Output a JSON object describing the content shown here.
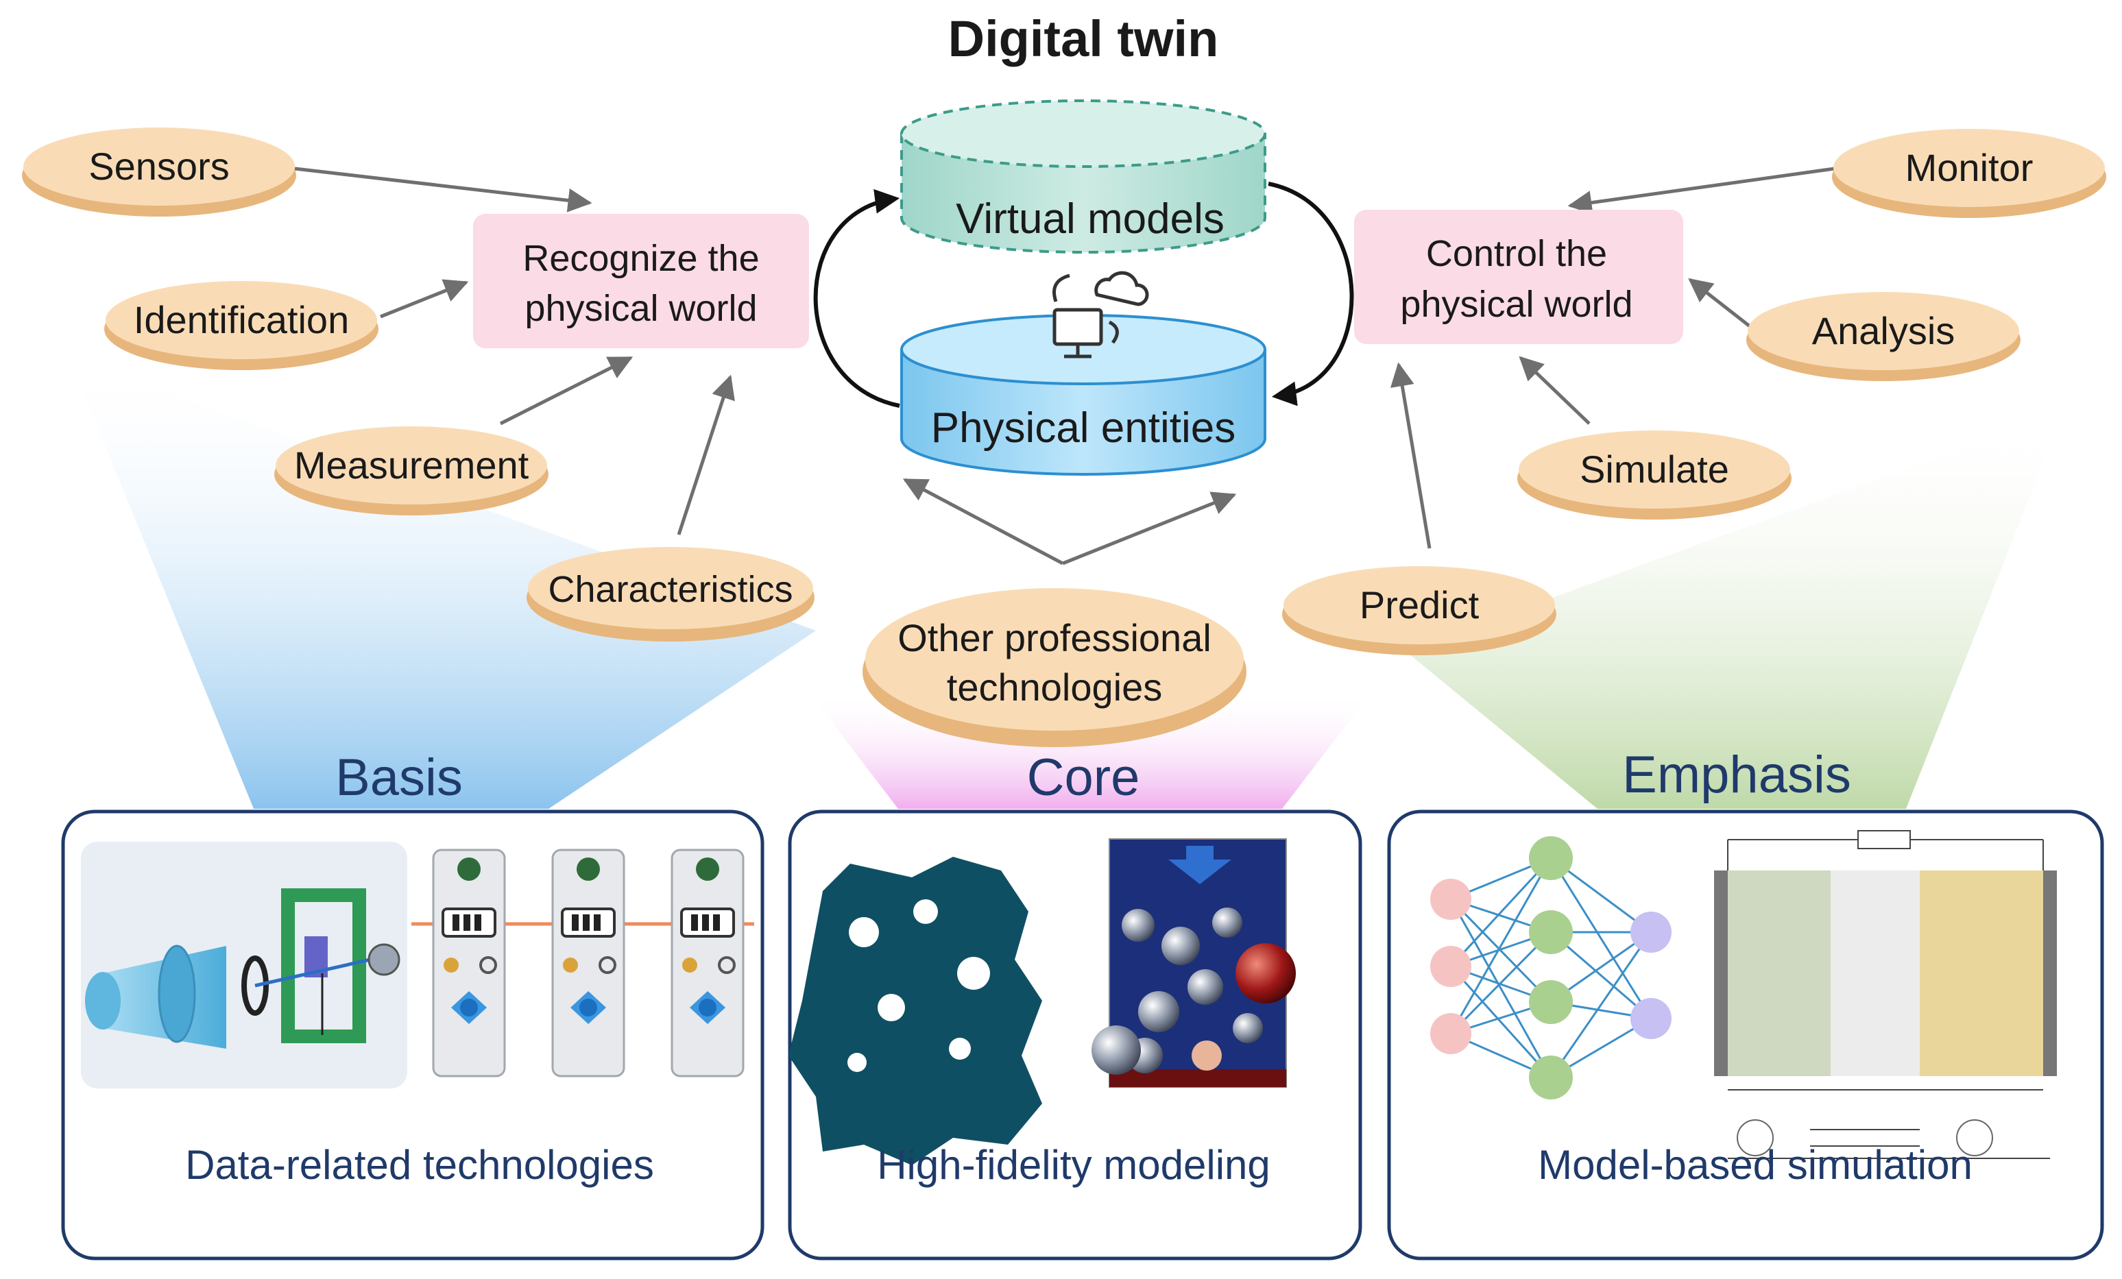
{
  "title": "Digital twin",
  "center": {
    "virtual_models": "Virtual models",
    "physical_entities": "Physical entities"
  },
  "recognize_box": {
    "line1": "Recognize the",
    "line2": "physical world"
  },
  "control_box": {
    "line1": "Control the",
    "line2": "physical world"
  },
  "left_inputs": [
    "Sensors",
    "Identification",
    "Measurement",
    "Characteristics"
  ],
  "right_inputs": [
    "Monitor",
    "Analysis",
    "Simulate",
    "Predict"
  ],
  "other_tech": {
    "line1": "Other professional",
    "line2": "technologies"
  },
  "sections": {
    "basis": {
      "title": "Basis",
      "caption": "Data-related technologies"
    },
    "core": {
      "title": "Core",
      "caption": "High-fidelity modeling"
    },
    "emphasis": {
      "title": "Emphasis",
      "caption": "Model-based simulation"
    }
  },
  "colors": {
    "ellipse_fill": "#f9dcb6",
    "ellipse_shadow": "#e9b87e",
    "pink_box": "#fbdbe6",
    "virtual_fill": "#bfe5dc",
    "physical_fill": "#a7daf5",
    "panel_border": "#1f3a6a",
    "basis_beam": "#8fc7ef",
    "core_beam": "#f2b6ee",
    "emphasis_beam": "#c7dfb5"
  }
}
